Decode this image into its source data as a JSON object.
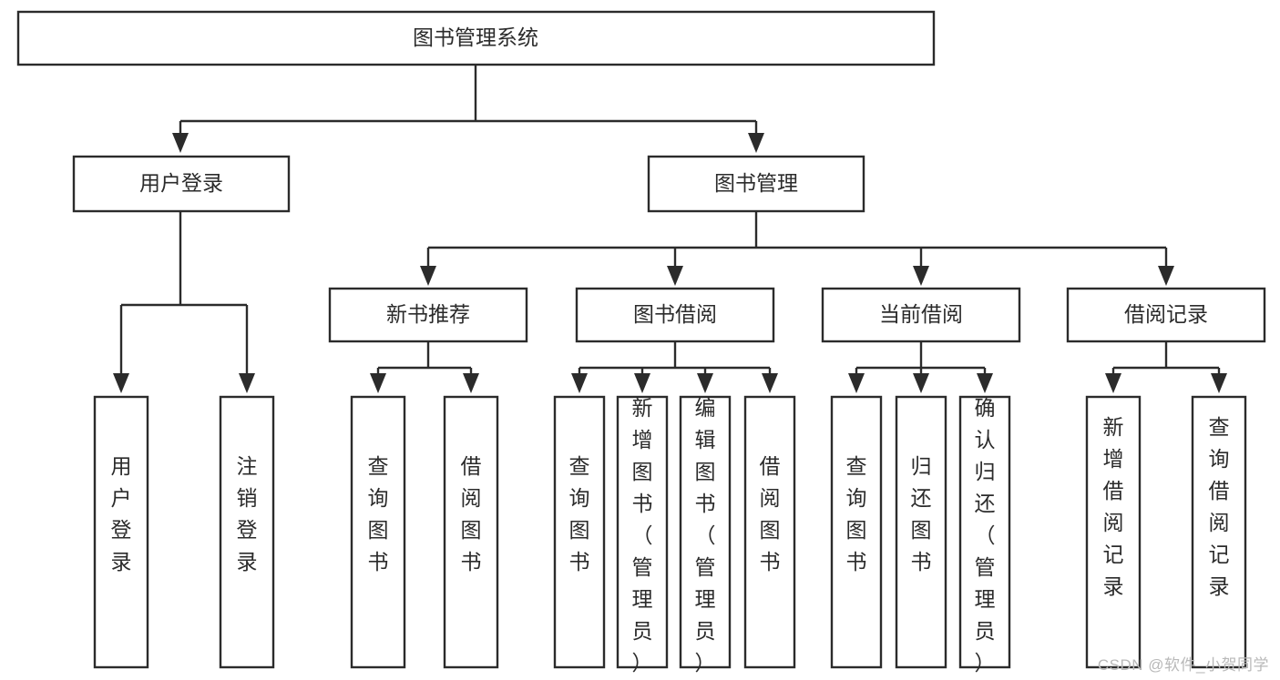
{
  "diagram": {
    "type": "tree-hierarchy",
    "title": "图书管理系统",
    "orientation": "top-down",
    "watermark": "CSDN @软件_小贺同学",
    "colors": {
      "box_stroke": "#2b2b2b",
      "box_fill": "#ffffff",
      "connector": "#2b2b2b",
      "text": "#2b2b2b",
      "watermark": "#b9b9b9",
      "background": "#ffffff"
    },
    "root": {
      "label": "图书管理系统"
    },
    "level2": [
      {
        "label": "用户登录"
      },
      {
        "label": "图书管理"
      }
    ],
    "level3": [
      {
        "label": "新书推荐"
      },
      {
        "label": "图书借阅"
      },
      {
        "label": "当前借阅"
      },
      {
        "label": "借阅记录"
      }
    ],
    "leaves": {
      "user_login": [
        {
          "label": "用户登录"
        },
        {
          "label": "注销登录"
        }
      ],
      "new_book_recommend": [
        {
          "label": "查询图书"
        },
        {
          "label": "借阅图书"
        }
      ],
      "book_borrow": [
        {
          "label": "查询图书"
        },
        {
          "label": "新增图书（管理员）"
        },
        {
          "label": "编辑图书（管理员）"
        },
        {
          "label": "借阅图书"
        }
      ],
      "current_borrow": [
        {
          "label": "查询图书"
        },
        {
          "label": "归还图书"
        },
        {
          "label": "确认归还（管理员）"
        }
      ],
      "borrow_record": [
        {
          "label": "新增借阅记录"
        },
        {
          "label": "查询借阅记录"
        }
      ]
    }
  }
}
